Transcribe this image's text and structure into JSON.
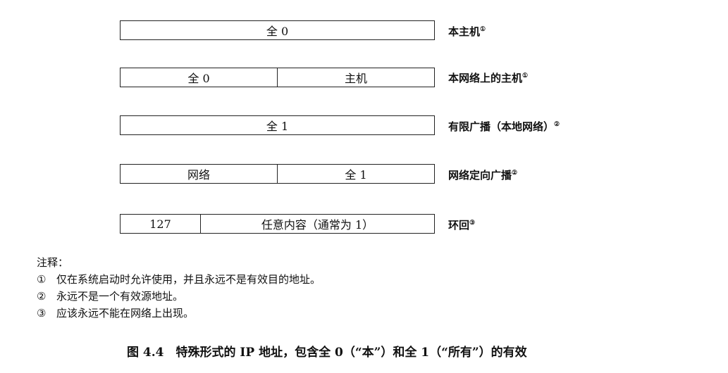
{
  "rows": [
    {
      "cells": [
        "全 0"
      ],
      "desc": "本主机",
      "mark": "①"
    },
    {
      "cells": [
        "全 0",
        "主机"
      ],
      "desc": "本网络上的主机",
      "mark": "①"
    },
    {
      "cells": [
        "全 1"
      ],
      "desc": "有限广播（本地网络）",
      "mark": "②"
    },
    {
      "cells": [
        "网络",
        "全 1"
      ],
      "desc": "网络定向广播",
      "mark": "②"
    },
    {
      "cells": [
        "127",
        "任意内容（通常为 1）"
      ],
      "desc": "环回",
      "mark": "③"
    }
  ],
  "notes": {
    "title": "注释：",
    "items": [
      {
        "mark": "①",
        "text": "仅在系统启动时允许使用，并且永远不是有效目的地址。"
      },
      {
        "mark": "②",
        "text": "永远不是一个有效源地址。"
      },
      {
        "mark": "③",
        "text": "应该永远不能在网络上出现。"
      }
    ]
  },
  "caption": "图 4.4　特殊形式的 IP 地址，包含全 0（“本”）和全 1（“所有”）的有效"
}
